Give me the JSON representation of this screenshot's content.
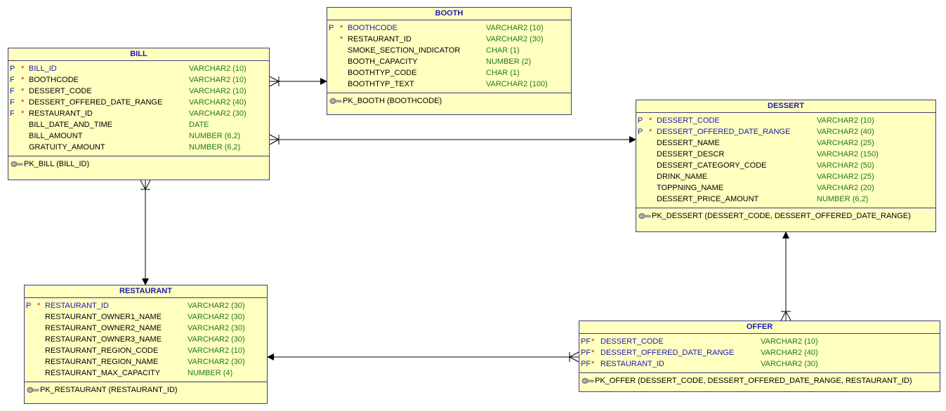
{
  "entities": {
    "booth": {
      "title": "BOOTH",
      "columns": [
        {
          "flag": "P",
          "req": "*",
          "name": "BOOTHCODE",
          "type": "VARCHAR2 (10)",
          "pk": true
        },
        {
          "flag": "",
          "req": "*",
          "name": "RESTAURANT_ID",
          "type": "VARCHAR2 (30)",
          "pk": false
        },
        {
          "flag": "",
          "req": "",
          "name": "SMOKE_SECTION_INDICATOR",
          "type": "CHAR (1)",
          "pk": false
        },
        {
          "flag": "",
          "req": "",
          "name": "BOOTH_CAPACITY",
          "type": "NUMBER (2)",
          "pk": false
        },
        {
          "flag": "",
          "req": "",
          "name": "BOOTHTYP_CODE",
          "type": "CHAR (1)",
          "pk": false
        },
        {
          "flag": "",
          "req": "",
          "name": "BOOTHTYP_TEXT",
          "type": "VARCHAR2 (100)",
          "pk": false
        }
      ],
      "key": "PK_BOOTH (BOOTHCODE)"
    },
    "bill": {
      "title": "BILL",
      "columns": [
        {
          "flag": "P",
          "req": "*",
          "name": "BILL_ID",
          "type": "VARCHAR2 (10)",
          "pk": true
        },
        {
          "flag": "F",
          "req": "*",
          "name": "BOOTHCODE",
          "type": "VARCHAR2 (10)",
          "pk": false
        },
        {
          "flag": "F",
          "req": "*",
          "name": "DESSERT_CODE",
          "type": "VARCHAR2 (10)",
          "pk": false
        },
        {
          "flag": "F",
          "req": "*",
          "name": "DESSERT_OFFERED_DATE_RANGE",
          "type": "VARCHAR2 (40)",
          "pk": false
        },
        {
          "flag": "F",
          "req": "*",
          "name": "RESTAURANT_ID",
          "type": "VARCHAR2 (30)",
          "pk": false
        },
        {
          "flag": "",
          "req": "",
          "name": "BILL_DATE_AND_TIME",
          "type": "DATE",
          "pk": false
        },
        {
          "flag": "",
          "req": "",
          "name": "BILL_AMOUNT",
          "type": "NUMBER (6,2)",
          "pk": false
        },
        {
          "flag": "",
          "req": "",
          "name": "GRATUITY_AMOUNT",
          "type": "NUMBER (6,2)",
          "pk": false
        }
      ],
      "key": "PK_BILL (BILL_ID)"
    },
    "dessert": {
      "title": "DESSERT",
      "columns": [
        {
          "flag": "P",
          "req": "*",
          "name": "DESSERT_CODE",
          "type": "VARCHAR2 (10)",
          "pk": true
        },
        {
          "flag": "P",
          "req": "*",
          "name": "DESSERT_OFFERED_DATE_RANGE",
          "type": "VARCHAR2 (40)",
          "pk": true
        },
        {
          "flag": "",
          "req": "",
          "name": "DESSERT_NAME",
          "type": "VARCHAR2 (25)",
          "pk": false
        },
        {
          "flag": "",
          "req": "",
          "name": "DESSERT_DESCR",
          "type": "VARCHAR2 (150)",
          "pk": false
        },
        {
          "flag": "",
          "req": "",
          "name": "DESSERT_CATEGORY_CODE",
          "type": "VARCHAR2 (50)",
          "pk": false
        },
        {
          "flag": "",
          "req": "",
          "name": "DRINK_NAME",
          "type": "VARCHAR2 (25)",
          "pk": false
        },
        {
          "flag": "",
          "req": "",
          "name": "TOPPNING_NAME",
          "type": "VARCHAR2 (20)",
          "pk": false
        },
        {
          "flag": "",
          "req": "",
          "name": "DESSERT_PRICE_AMOUNT",
          "type": "NUMBER (6,2)",
          "pk": false
        }
      ],
      "key": "PK_DESSERT (DESSERT_CODE, DESSERT_OFFERED_DATE_RANGE)"
    },
    "restaurant": {
      "title": "RESTAURANT",
      "columns": [
        {
          "flag": "P",
          "req": "*",
          "name": "RESTAURANT_ID",
          "type": "VARCHAR2 (30)",
          "pk": true
        },
        {
          "flag": "",
          "req": "",
          "name": "RESTAURANT_OWNER1_NAME",
          "type": "VARCHAR2 (30)",
          "pk": false
        },
        {
          "flag": "",
          "req": "",
          "name": "RESTAURANT_OWNER2_NAME",
          "type": "VARCHAR2 (30)",
          "pk": false
        },
        {
          "flag": "",
          "req": "",
          "name": "RESTAURANT_OWNER3_NAME",
          "type": "VARCHAR2 (30)",
          "pk": false
        },
        {
          "flag": "",
          "req": "",
          "name": "RESTAURANT_REGION_CODE",
          "type": "VARCHAR2 (10)",
          "pk": false
        },
        {
          "flag": "",
          "req": "",
          "name": "RESTAURANT_REGION_NAME",
          "type": "VARCHAR2 (30)",
          "pk": false
        },
        {
          "flag": "",
          "req": "",
          "name": "RESTAURANT_MAX_CAPACITY",
          "type": "NUMBER (4)",
          "pk": false
        }
      ],
      "key": "PK_RESTAURANT (RESTAURANT_ID)"
    },
    "offer": {
      "title": "OFFER",
      "columns": [
        {
          "flag": "PF",
          "req": "*",
          "name": "DESSERT_CODE",
          "type": "VARCHAR2 (10)",
          "pk": true
        },
        {
          "flag": "PF",
          "req": "*",
          "name": "DESSERT_OFFERED_DATE_RANGE",
          "type": "VARCHAR2 (40)",
          "pk": true
        },
        {
          "flag": "PF",
          "req": "*",
          "name": "RESTAURANT_ID",
          "type": "VARCHAR2 (30)",
          "pk": true
        }
      ],
      "key": "PK_OFFER (DESSERT_CODE, DESSERT_OFFERED_DATE_RANGE, RESTAURANT_ID)"
    }
  },
  "relationships": [
    {
      "from": "bill",
      "to": "booth",
      "notation": "many-to-one"
    },
    {
      "from": "bill",
      "to": "dessert",
      "notation": "many-to-one"
    },
    {
      "from": "bill",
      "to": "restaurant",
      "notation": "many-to-one"
    },
    {
      "from": "offer",
      "to": "dessert",
      "notation": "many-to-one"
    },
    {
      "from": "offer",
      "to": "restaurant",
      "notation": "many-to-one"
    }
  ],
  "colors": {
    "entity_fill": "#ffffc0",
    "entity_border": "#3c3c80",
    "title_text": "#1a1ab4",
    "pk_text": "#1a1ab4",
    "type_text": "#1e7a1e",
    "required_star": "#d01010"
  }
}
